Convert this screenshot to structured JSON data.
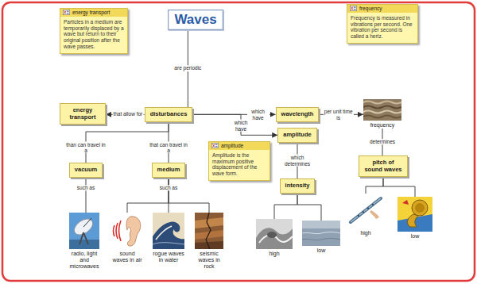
{
  "diagram": {
    "nodes": [
      {
        "text": [
          "energy transport",
          "Particles in a medium are temporarily displaced by a wave but return to their original position after the wave passes."
        ]
      },
      {
        "text": [
          "Waves"
        ]
      },
      {
        "text": [
          "frequency",
          "Frequency is measured in vibrations per second. One vibration per second is called a hertz."
        ]
      },
      {
        "text": [
          "energy transport"
        ]
      },
      {
        "text": [
          "disturbances"
        ]
      },
      {
        "text": [
          "wavelength"
        ]
      },
      {
        "text": [
          "frequency"
        ]
      },
      {
        "text": [
          "amplitude"
        ]
      },
      {
        "text": [
          "amplitude",
          "Amplitude is the maximum positive displacement of the wave form."
        ]
      },
      {
        "text": [
          "vacuum"
        ]
      },
      {
        "text": [
          "medium"
        ]
      },
      {
        "text": [
          "intensity"
        ]
      },
      {
        "text": [
          "pitch of sound waves"
        ]
      },
      {
        "text": [
          "radio, light and microwaves"
        ]
      },
      {
        "text": [
          "sound waves in air"
        ]
      },
      {
        "text": [
          "rogue waves in water"
        ]
      },
      {
        "text": [
          "seismic waves in rock"
        ]
      },
      {
        "text": [
          "high"
        ]
      },
      {
        "text": [
          "low"
        ]
      },
      {
        "text": [
          "high"
        ]
      },
      {
        "text": [
          "low"
        ]
      }
    ],
    "edges": [
      {
        "from": 1,
        "to": 4,
        "label": "are periodic",
        "arrow": "none"
      },
      {
        "from": 4,
        "to": 3,
        "label": "that allow for",
        "arrow": "to"
      },
      {
        "from": 4,
        "to": 5,
        "label": "which have",
        "arrow": "to"
      },
      {
        "from": 5,
        "to": 6,
        "label": "per unit time is",
        "arrow": "to"
      },
      {
        "from": 4,
        "to": 7,
        "label": "which have",
        "arrow": "to"
      },
      {
        "from": 4,
        "to": 9,
        "label": "than can travel in a",
        "arrow": "none"
      },
      {
        "from": 4,
        "to": 10,
        "label": "that can travel in a",
        "arrow": "none"
      },
      {
        "from": 7,
        "to": 11,
        "label": "which determines",
        "arrow": "none"
      },
      {
        "from": 6,
        "to": 12,
        "label": "determines",
        "arrow": "none"
      },
      {
        "from": 9,
        "to": 13,
        "label": "such as",
        "arrow": "none"
      },
      {
        "from": 10,
        "to": 14,
        "label": "such as",
        "arrow": "none"
      },
      {
        "from": 10,
        "to": 15,
        "arrow": "none"
      },
      {
        "from": 10,
        "to": 16,
        "arrow": "none"
      },
      {
        "from": 11,
        "to": 17,
        "arrow": "none"
      },
      {
        "from": 11,
        "to": 18,
        "arrow": "none"
      },
      {
        "from": 12,
        "to": 19,
        "arrow": "none"
      },
      {
        "from": 12,
        "to": 20,
        "arrow": "none"
      }
    ]
  }
}
